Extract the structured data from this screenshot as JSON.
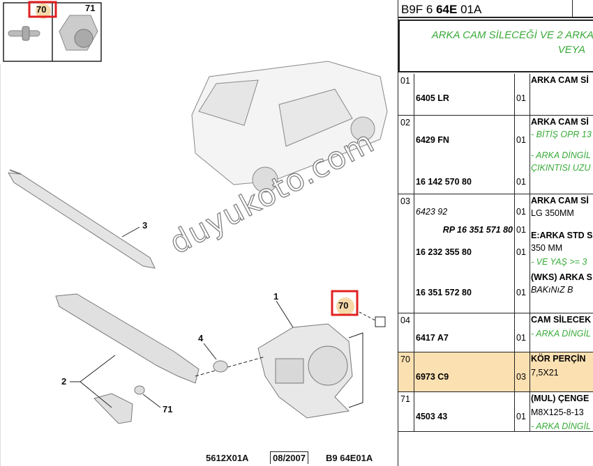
{
  "diagram": {
    "callouts": [
      "70",
      "71",
      "3",
      "1",
      "70",
      "4",
      "2",
      "71"
    ],
    "footer": {
      "drawing_ref": "5612X01A",
      "date": "08/2007",
      "page_ref": "B9 64E01A"
    },
    "watermark": "duyukoto.com",
    "highlight_color": "#e02020"
  },
  "table": {
    "header": {
      "prefix": "B9F 6 ",
      "bold": "64E",
      "suffix": " 01A"
    },
    "title": {
      "line1": "ARKA CAM SİLECEĞİ VE 2 ARKA",
      "line2": "VEYA"
    },
    "rows": [
      {
        "ref": "01",
        "parts": [
          {
            "no": "6405 LR",
            "qty": "01"
          }
        ],
        "desc": [
          {
            "t": "ARKA CAM Sİ",
            "s": "b"
          }
        ]
      },
      {
        "ref": "02",
        "parts": [
          {
            "no": "6429 FN",
            "qty": "01"
          },
          {
            "no": "16 142 570 80",
            "qty": "01"
          }
        ],
        "desc": [
          {
            "t": "ARKA CAM Sİ",
            "s": "b"
          },
          {
            "t": "- BİTİŞ OPR 13",
            "s": "g"
          },
          {
            "t": "- ARKA DİNGİL",
            "s": "g"
          },
          {
            "t": "ÇIKINTISI UZU",
            "s": "g"
          }
        ]
      },
      {
        "ref": "03",
        "parts": [
          {
            "no": "6423 92",
            "qty": "01"
          },
          {
            "no": "RP 16 351 571 80",
            "qty": "01"
          },
          {
            "no": "16 232 355 80",
            "qty": "01"
          },
          {
            "no": "16 351 572 80",
            "qty": "01"
          }
        ],
        "desc": [
          {
            "t": "ARKA CAM Sİ",
            "s": "b"
          },
          {
            "t": "LG 350MM",
            "s": ""
          },
          {
            "t": "E:ARKA STD S",
            "s": "b"
          },
          {
            "t": "350 MM",
            "s": ""
          },
          {
            "t": "- VE YAŞ >= 3",
            "s": "g"
          },
          {
            "t": "(WKS) ARKA S",
            "s": "b"
          },
          {
            "t": "BAKıNıZ B",
            "s": "i"
          }
        ]
      },
      {
        "ref": "04",
        "parts": [
          {
            "no": "6417 A7",
            "qty": "01"
          }
        ],
        "desc": [
          {
            "t": "CAM SİLECEK",
            "s": "b"
          },
          {
            "t": "- ARKA DİNGİL",
            "s": "g"
          }
        ]
      },
      {
        "ref": "70",
        "parts": [
          {
            "no": "6973 C9",
            "qty": "03"
          }
        ],
        "desc": [
          {
            "t": "KÖR PERÇİN",
            "s": "b"
          },
          {
            "t": "7,5X21",
            "s": ""
          }
        ],
        "highlight": "#fbe0b2"
      },
      {
        "ref": "71",
        "parts": [
          {
            "no": "4503 43",
            "qty": "01"
          }
        ],
        "desc": [
          {
            "t": "(MUL) ÇENGE",
            "s": "b"
          },
          {
            "t": "M8X125-8-13",
            "s": ""
          },
          {
            "t": "- ARKA DİNGİL",
            "s": "g"
          }
        ]
      }
    ]
  }
}
